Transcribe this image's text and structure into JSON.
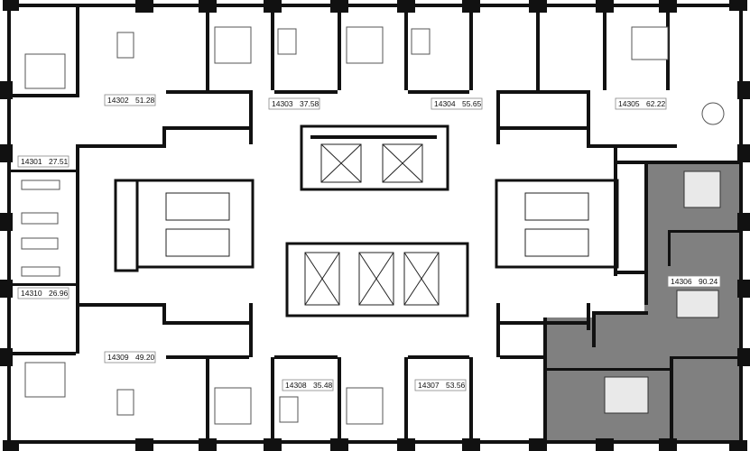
{
  "plan": {
    "highlight_color": "#808080",
    "wall_color": "#111111",
    "background": "#ffffff",
    "highlighted_unit": "14306",
    "units": [
      {
        "id": "14301",
        "area": "27.51"
      },
      {
        "id": "14302",
        "area": "51.28"
      },
      {
        "id": "14303",
        "area": "37.58"
      },
      {
        "id": "14304",
        "area": "55.65"
      },
      {
        "id": "14305",
        "area": "62.22"
      },
      {
        "id": "14306",
        "area": "90.24"
      },
      {
        "id": "14307",
        "area": "53.56"
      },
      {
        "id": "14308",
        "area": "35.48"
      },
      {
        "id": "14309",
        "area": "49.20"
      },
      {
        "id": "14310",
        "area": "26.96"
      }
    ]
  }
}
